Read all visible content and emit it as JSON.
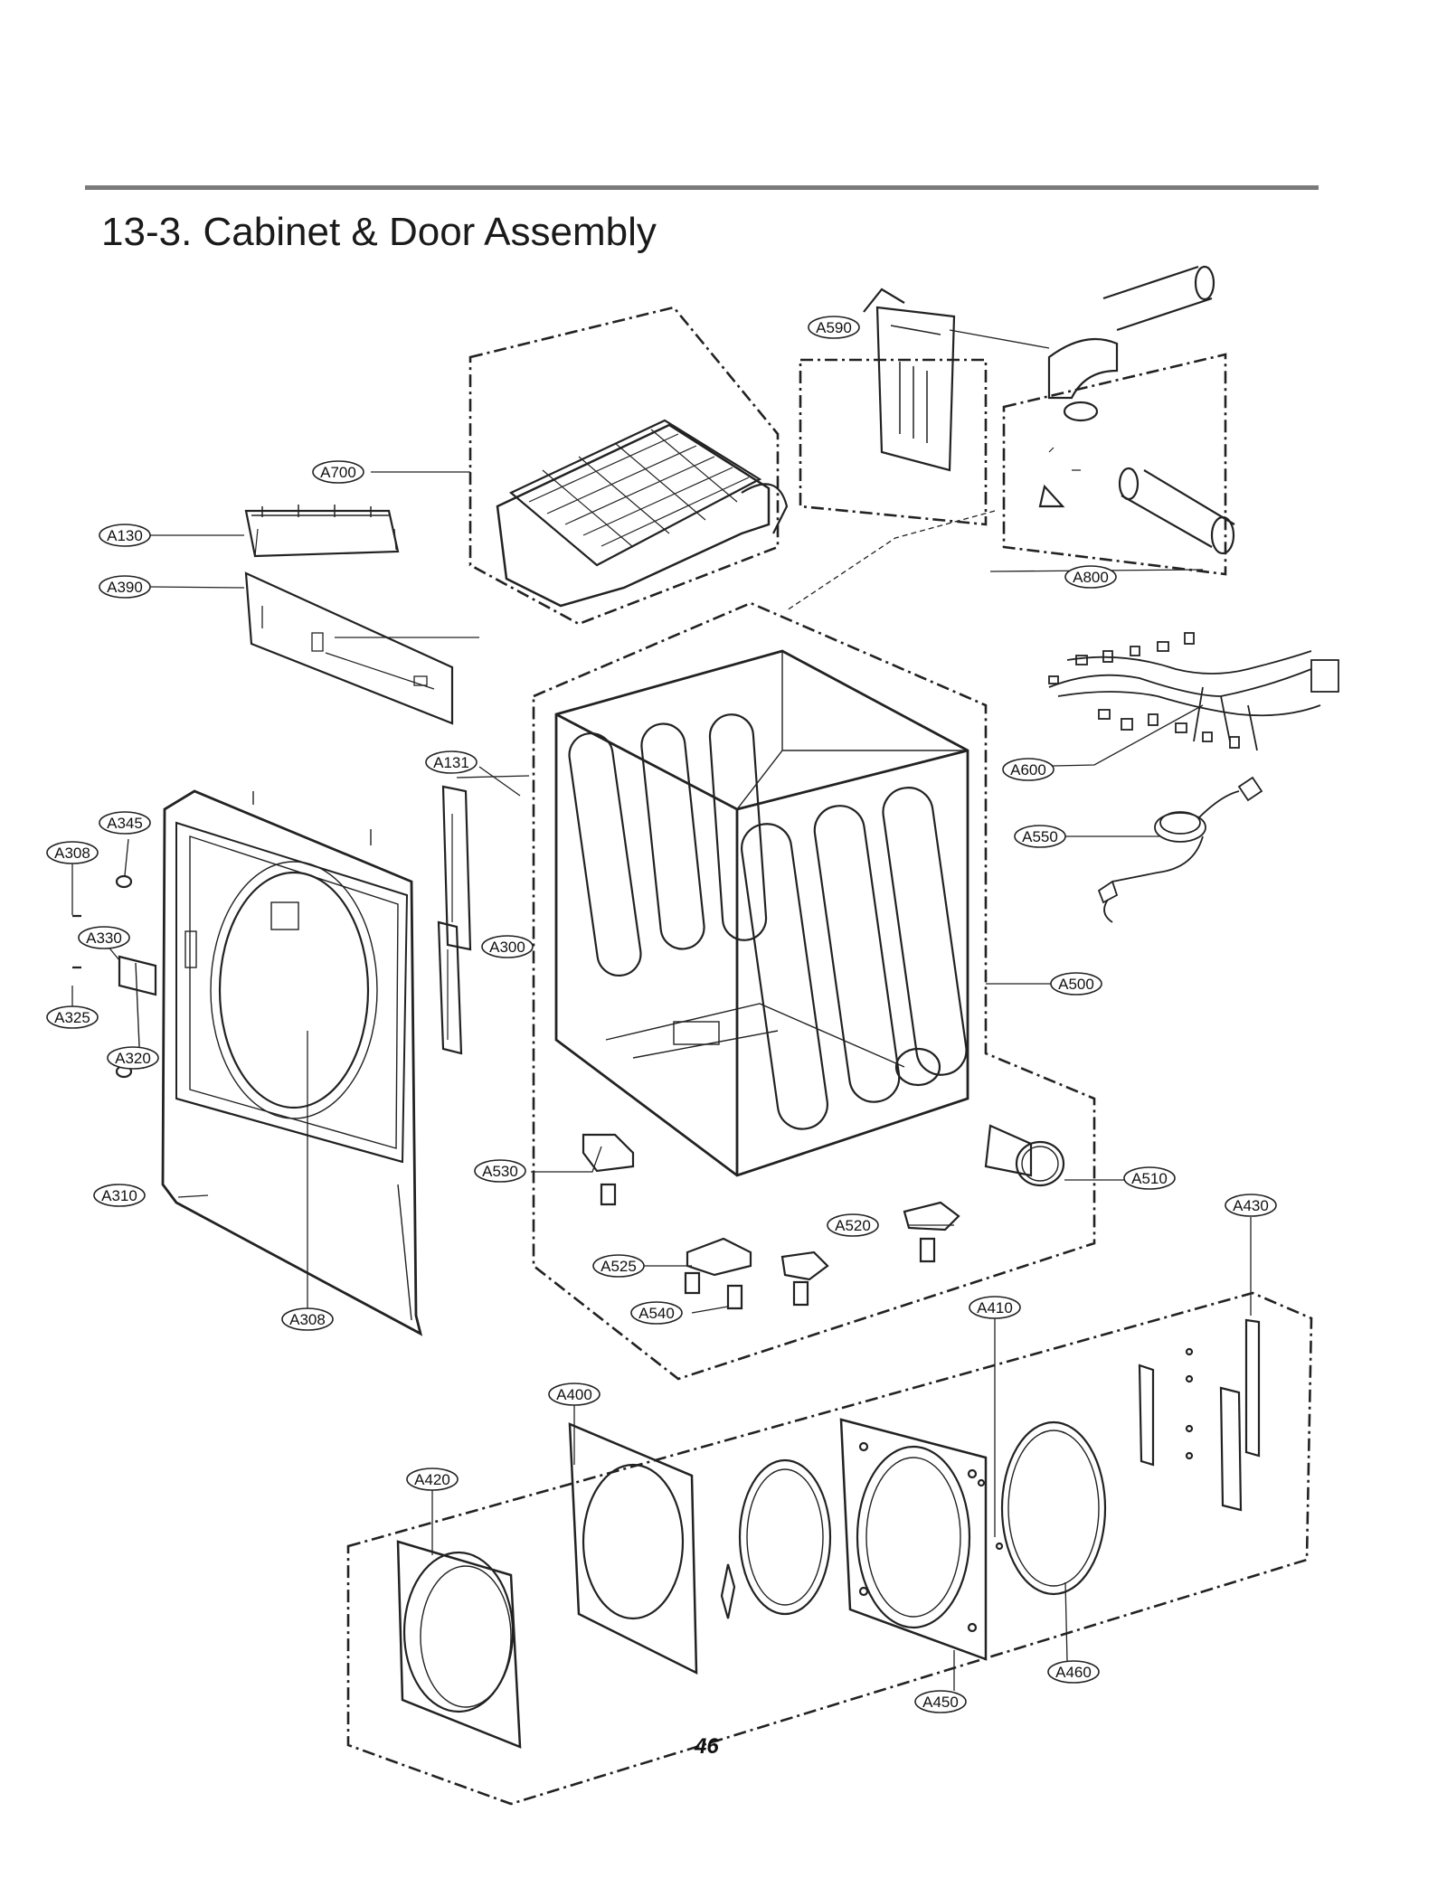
{
  "title": "13-3. Cabinet & Door Assembly",
  "page_number": "46",
  "parts": [
    {
      "id": "a700",
      "label": "A700"
    },
    {
      "id": "a130",
      "label": "A130"
    },
    {
      "id": "a390",
      "label": "A390"
    },
    {
      "id": "a131",
      "label": "A131"
    },
    {
      "id": "a345",
      "label": "A345"
    },
    {
      "id": "a308_top",
      "label": "A308"
    },
    {
      "id": "a330",
      "label": "A330"
    },
    {
      "id": "a300",
      "label": "A300"
    },
    {
      "id": "a325",
      "label": "A325"
    },
    {
      "id": "a320",
      "label": "A320"
    },
    {
      "id": "a310",
      "label": "A310"
    },
    {
      "id": "a308_bottom",
      "label": "A308"
    },
    {
      "id": "a590",
      "label": "A590"
    },
    {
      "id": "a800",
      "label": "A800"
    },
    {
      "id": "a600",
      "label": "A600"
    },
    {
      "id": "a550",
      "label": "A550"
    },
    {
      "id": "a500",
      "label": "A500"
    },
    {
      "id": "a530",
      "label": "A530"
    },
    {
      "id": "a510",
      "label": "A510"
    },
    {
      "id": "a430",
      "label": "A430"
    },
    {
      "id": "a520",
      "label": "A520"
    },
    {
      "id": "a525",
      "label": "A525"
    },
    {
      "id": "a540",
      "label": "A540"
    },
    {
      "id": "a410",
      "label": "A410"
    },
    {
      "id": "a400",
      "label": "A400"
    },
    {
      "id": "a420",
      "label": "A420"
    },
    {
      "id": "a460",
      "label": "A460"
    },
    {
      "id": "a450",
      "label": "A450"
    }
  ]
}
